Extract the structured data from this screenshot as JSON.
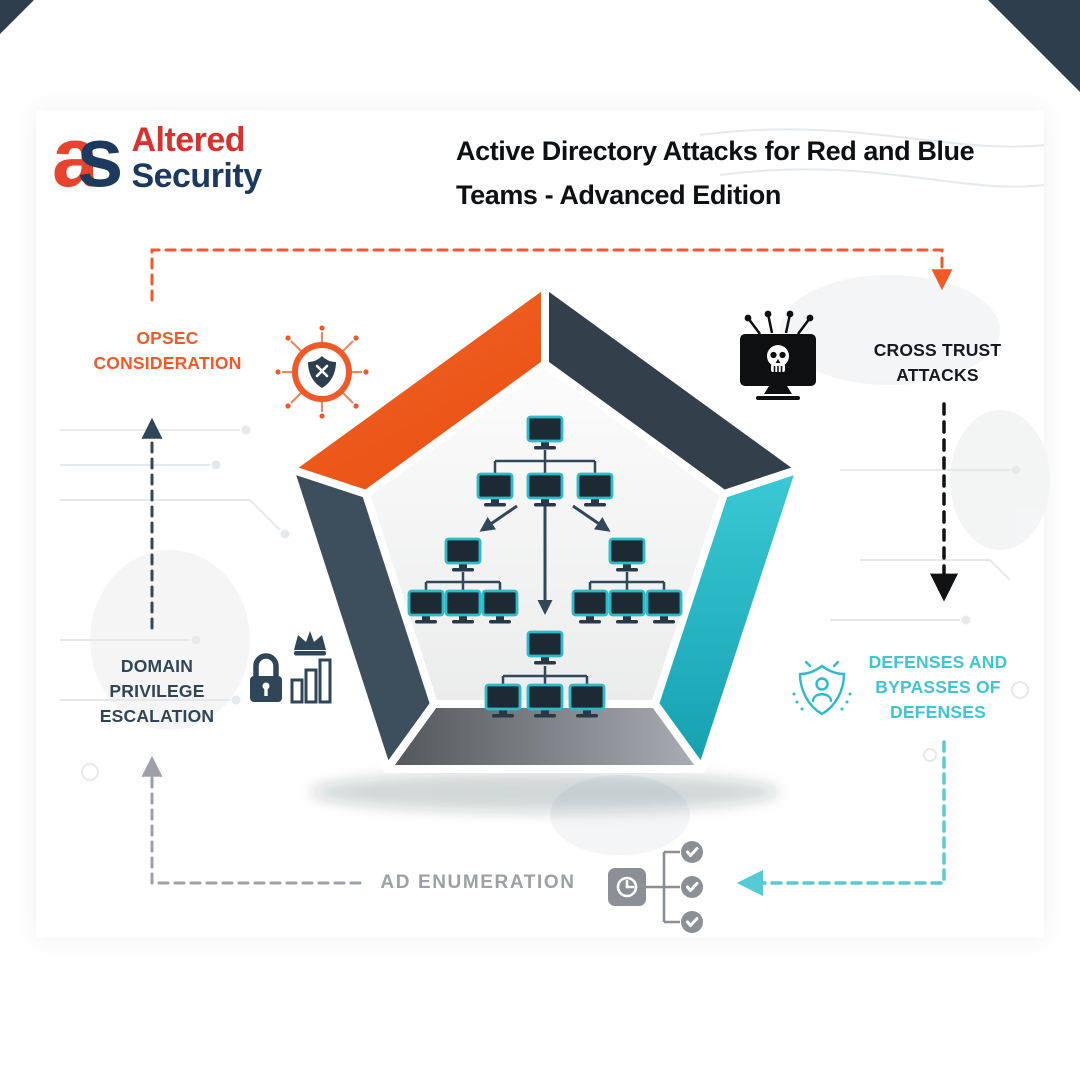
{
  "logo": {
    "mark_a": "a",
    "mark_s": "s",
    "word1": "Altered",
    "word2": "Security",
    "a_color": "#E8432E",
    "s_color": "#1C3A5E",
    "word1_color": "#D9322E",
    "word2_color": "#1C3A5E"
  },
  "title": {
    "line1": "Active Directory Attacks for Red and Blue",
    "line2": "Teams - Advanced Edition",
    "color": "#0E1114"
  },
  "nodes": {
    "opsec": {
      "line1": "OPSEC",
      "line2": "CONSIDERATION",
      "color": "#F05A28"
    },
    "cross_trust": {
      "line1": "CROSS TRUST",
      "line2": "ATTACKS",
      "color": "#16191D"
    },
    "defenses": {
      "line1": "DEFENSES AND",
      "line2": "BYPASSES OF",
      "line3": "DEFENSES",
      "color": "#3FC6D2"
    },
    "ad_enumeration": {
      "line1": "AD ENUMERATION",
      "color": "#9BA1A6"
    },
    "domain_privilege": {
      "line1": "DOMAIN PRIVILEGE",
      "line2": "ESCALATION",
      "color": "#2F4558"
    }
  },
  "icons": {
    "opsec": "shield-x-icon",
    "cross_trust": "skull-monitor-icon",
    "defenses": "shield-person-icon",
    "ad_enumeration": "checklist-icon",
    "domain_privilege": "lock-crown-chart-icon",
    "logo": "altered-security-logo"
  },
  "pentagon": {
    "orange_light": "#F4662E",
    "orange_dark": "#E8500F",
    "navy": "#333F4B",
    "teal_light": "#3BC9D5",
    "teal_dark": "#15A0B0",
    "bottom_left": "#505559",
    "bottom_right": "#A9AFB4",
    "slate": "#3D4F5C",
    "inner_light": "#FCFCFC",
    "inner_dark": "#EBECEC"
  },
  "arrows": {
    "orange": "#F05A28",
    "black": "#101214",
    "teal": "#56CBD6",
    "gray": "#9BA1A6",
    "navy": "#2F4558"
  },
  "tree": {
    "screen": "#1E2A33",
    "frame": "#2BBCCA",
    "connector": "#33475A"
  },
  "accents": {
    "corner_navy": "#2F3E4D",
    "icon_black": "#0E0F10",
    "icon_teal": "#2BBCCA",
    "icon_gray": "#8A9096",
    "icon_navy": "#2F4558",
    "opsec_shield": "#2F3E4D"
  }
}
